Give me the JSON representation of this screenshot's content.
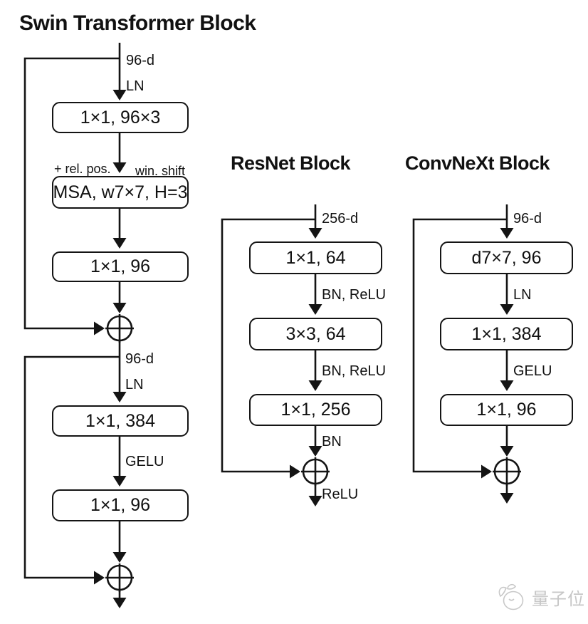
{
  "page": {
    "background": "#ffffff",
    "line_color": "#141414",
    "watermark_color": "#c6c6c6"
  },
  "swin": {
    "title": "Swin Transformer Block",
    "input_dim": "96-d",
    "norm1": "LN",
    "conv1": "1×1, 96×3",
    "rel_pos": "+ rel. pos.",
    "win_shift": "win. shift",
    "msa": "MSA, w7×7, H=3",
    "conv2": "1×1, 96",
    "mid_dim": "96-d",
    "norm2": "LN",
    "conv3": "1×1, 384",
    "act": "GELU",
    "conv4": "1×1, 96"
  },
  "resnet": {
    "title": "ResNet Block",
    "input_dim": "256-d",
    "conv1": "1×1, 64",
    "act1": "BN, ReLU",
    "conv2": "3×3, 64",
    "act2": "BN, ReLU",
    "conv3": "1×1, 256",
    "norm_out": "BN",
    "act_out": "ReLU"
  },
  "convnext": {
    "title": "ConvNeXt Block",
    "input_dim": "96-d",
    "conv1": "d7×7, 96",
    "norm": "LN",
    "conv2": "1×1, 384",
    "act": "GELU",
    "conv3": "1×1, 96"
  },
  "icons": {
    "residual_add": "circled-plus",
    "watermark_logo": "qbitai-mascot"
  },
  "watermark": {
    "text": "量子位"
  }
}
